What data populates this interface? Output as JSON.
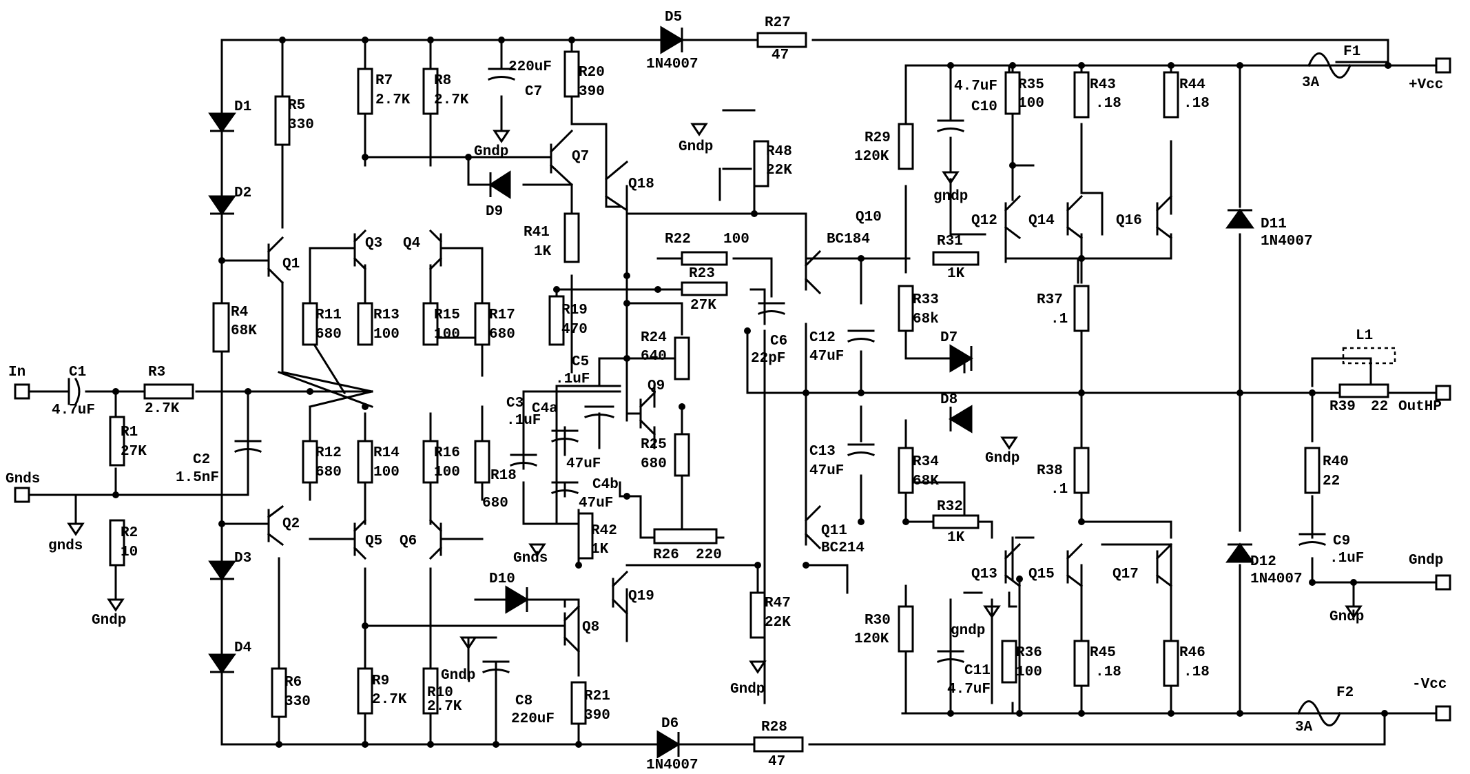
{
  "ports": {
    "in": "In",
    "gnds": "Gnds",
    "vcc_pos": "+Vcc",
    "vcc_neg": "-Vcc",
    "out": "OutHP",
    "gndp_right": "Gndp"
  },
  "fuses": {
    "f1": "F1",
    "f1_rating": "3A",
    "f2": "F2",
    "f2_rating": "3A"
  },
  "diodes": {
    "d1": "D1",
    "d2": "D2",
    "d3": "D3",
    "d4": "D4",
    "d5": "D5",
    "d5_part": "1N4007",
    "d6": "D6",
    "d6_part": "1N4007",
    "d7": "D7",
    "d8": "D8",
    "d9": "D9",
    "d10": "D10",
    "d11": "D11",
    "d11_part": "1N4007",
    "d12": "D12",
    "d12_part": "1N4007"
  },
  "transistors": {
    "q1": "Q1",
    "q2": "Q2",
    "q3": "Q3",
    "q4": "Q4",
    "q5": "Q5",
    "q6": "Q6",
    "q7": "Q7",
    "q8": "Q8",
    "q9": "Q9",
    "q10": "Q10",
    "q10_part": "BC184",
    "q11": "Q11",
    "q11_part": "BC214",
    "q12": "Q12",
    "q13": "Q13",
    "q14": "Q14",
    "q15": "Q15",
    "q16": "Q16",
    "q17": "Q17",
    "q18": "Q18",
    "q19": "Q19"
  },
  "resistors": {
    "r1": "R1",
    "r1_v": "27K",
    "r2": "R2",
    "r2_v": "10",
    "r3": "R3",
    "r3_v": "2.7K",
    "r4": "R4",
    "r4_v": "68K",
    "r5": "R5",
    "r5_v": "330",
    "r6": "R6",
    "r6_v": "330",
    "r7": "R7",
    "r7_v": "2.7K",
    "r8": "R8",
    "r8_v": "2.7K",
    "r9": "R9",
    "r9_v": "2.7K",
    "r10": "R10",
    "r10_v": "2.7K",
    "r11": "R11",
    "r11_v": "680",
    "r12": "R12",
    "r12_v": "680",
    "r13": "R13",
    "r13_v": "100",
    "r14": "R14",
    "r14_v": "100",
    "r15": "R15",
    "r15_v": "100",
    "r16": "R16",
    "r16_v": "100",
    "r17": "R17",
    "r17_v": "680",
    "r18": "R18",
    "r18_v": "680",
    "r19": "R19",
    "r19_v": "470",
    "r20": "R20",
    "r20_v": "390",
    "r21": "R21",
    "r21_v": "390",
    "r22": "R22",
    "r22_v": "100",
    "r23": "R23",
    "r23_v": "27K",
    "r24": "R24",
    "r24_v": "640",
    "r25": "R25",
    "r25_v": "680",
    "r26": "R26",
    "r26_v": "220",
    "r27": "R27",
    "r27_v": "47",
    "r28": "R28",
    "r28_v": "47",
    "r29": "R29",
    "r29_v": "120K",
    "r30": "R30",
    "r30_v": "120K",
    "r31": "R31",
    "r31_v": "1K",
    "r32": "R32",
    "r32_v": "1K",
    "r33": "R33",
    "r33_v": "68k",
    "r34": "R34",
    "r34_v": "68K",
    "r35": "R35",
    "r35_v": "100",
    "r36": "R36",
    "r36_v": "100",
    "r37": "R37",
    "r37_v": ".1",
    "r38": "R38",
    "r38_v": ".1",
    "r39": "R39",
    "r39_v": "22",
    "r40": "R40",
    "r40_v": "22",
    "r41": "R41",
    "r41_v": "1K",
    "r42": "R42",
    "r42_v": "1K",
    "r43": "R43",
    "r43_v": ".18",
    "r44": "R44",
    "r44_v": ".18",
    "r45": "R45",
    "r45_v": ".18",
    "r46": "R46",
    "r46_v": ".18",
    "r47": "R47",
    "r47_v": "22K",
    "r48": "R48",
    "r48_v": "22K"
  },
  "capacitors": {
    "c1": "C1",
    "c1_v": "4.7uF",
    "c2": "C2",
    "c2_v": "1.5nF",
    "c3": "C3",
    "c3_v": ".1uF",
    "c4a": "C4a",
    "c4b": "C4b",
    "c4_v": "47uF",
    "c4b_v": "47uF",
    "c5": "C5",
    "c5_v": ".1uF",
    "c6": "C6",
    "c6_v": "22pF",
    "c7": "C7",
    "c7_v": "220uF",
    "c8": "C8",
    "c8_v": "220uF",
    "c9": "C9",
    "c9_v": ".1uF",
    "c10": "C10",
    "c10_v": "4.7uF",
    "c11": "C11",
    "c11_v": "4.7uF",
    "c12": "C12",
    "c12_v": "47uF",
    "c13": "C13",
    "c13_v": "47uF"
  },
  "inductor": {
    "l1": "L1"
  },
  "grounds": {
    "gndp": "Gndp",
    "gndp_lower": "gndp",
    "gnds": "Gnds",
    "gnds_lower": "gnds"
  }
}
